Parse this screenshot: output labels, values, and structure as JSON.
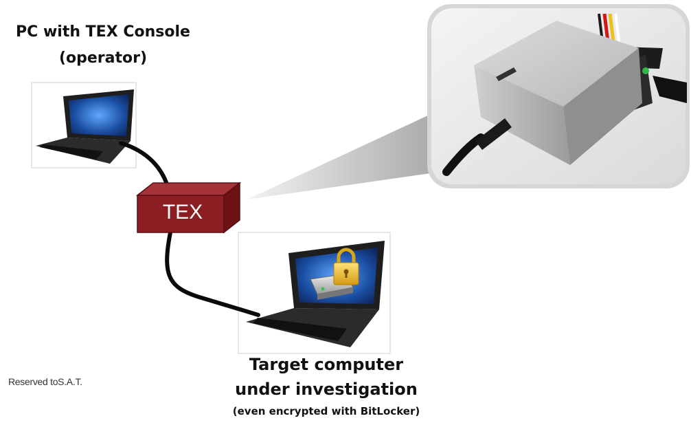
{
  "operator": {
    "title_line1": "PC with TEX Console",
    "title_line2": "(operator)"
  },
  "device": {
    "label": "TEX"
  },
  "target": {
    "title_line1": "Target computer",
    "title_line2": "under investigation",
    "subtitle": "(even encrypted with BitLocker)"
  },
  "footer": {
    "reserved": "Reserved toS.A.T."
  },
  "colors": {
    "device_box": "#8b1e22",
    "cable": "#0a0a0a",
    "screen_blue": "#1a4da0",
    "laptop_body": "#2b2b2b"
  },
  "icons": [
    "laptop-icon",
    "lock-icon",
    "hard-drive-icon",
    "device-photo"
  ]
}
